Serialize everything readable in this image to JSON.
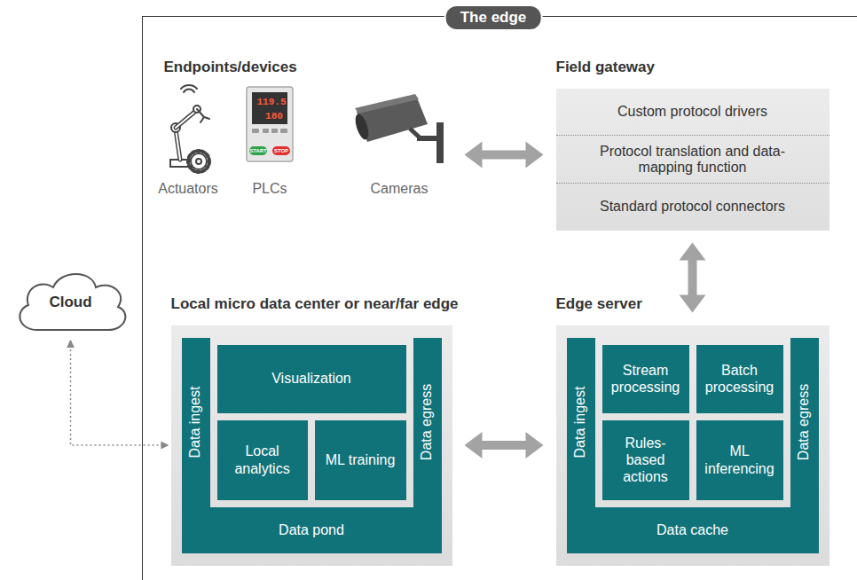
{
  "diagram": {
    "nodes": [
      {
        "text": [
          "The edge"
        ]
      },
      {
        "text": [
          "Endpoints/devices"
        ],
        "in": 0
      },
      {
        "text": [
          "Field gateway",
          "Custom protocol drivers",
          "Protocol translation and data-mapping function",
          "Standard protocol connectors"
        ],
        "in": 0
      },
      {
        "text": [
          "Cloud"
        ]
      },
      {
        "text": [
          "Local micro data center or near/far edge"
        ],
        "in": 0
      },
      {
        "text": [
          "Data ingest"
        ],
        "in": 4
      },
      {
        "text": [
          "Visualization"
        ],
        "in": 4
      },
      {
        "text": [
          "Local analytics"
        ],
        "in": 4
      },
      {
        "text": [
          "ML training"
        ],
        "in": 4
      },
      {
        "text": [
          "Data egress"
        ],
        "in": 4
      },
      {
        "text": [
          "Data pond"
        ],
        "in": 4
      },
      {
        "text": [
          "Edge server"
        ],
        "in": 0
      },
      {
        "text": [
          "Data ingest"
        ],
        "in": 11
      },
      {
        "text": [
          "Stream processing"
        ],
        "in": 11
      },
      {
        "text": [
          "Batch processing"
        ],
        "in": 11
      },
      {
        "text": [
          "Rules-based actions"
        ],
        "in": 11
      },
      {
        "text": [
          "ML inferencing"
        ],
        "in": 11
      },
      {
        "text": [
          "Data egress"
        ],
        "in": 11
      },
      {
        "text": [
          "Data cache"
        ],
        "in": 11
      }
    ],
    "edges": [
      {
        "from": 1,
        "to": 2,
        "arrow": "both"
      },
      {
        "from": 2,
        "to": 11,
        "arrow": "both"
      },
      {
        "from": 11,
        "to": 4,
        "arrow": "both"
      },
      {
        "from": 3,
        "to": 4,
        "arrow": "both"
      }
    ],
    "labels": [
      "Actuators",
      "PLCs",
      "Cameras",
      "119.5",
      "180",
      "START",
      "STOP"
    ]
  }
}
